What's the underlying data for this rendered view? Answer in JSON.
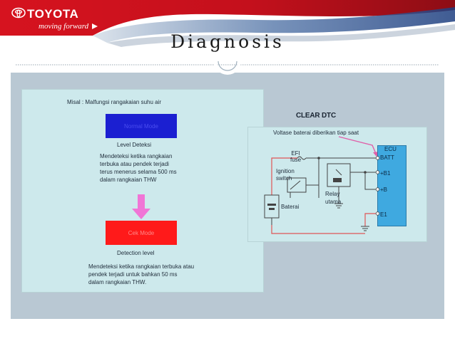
{
  "header": {
    "brand": "TOYOTA",
    "tagline": "moving forward",
    "title": "Diagnosis",
    "brand_red": "#d6131f"
  },
  "left_panel": {
    "example": "Misal :  Malfungsi rangakaian suhu air",
    "normal_mode_label": "Normal Mode",
    "level_heading": "Level Deteksi",
    "normal_desc": [
      "Mendeteksi ketika rangkaian",
      "terbuka atau pendek terjadi",
      "terus menerus selama  500 ms",
      "dalam rangkaian  THW"
    ],
    "check_mode_label": "Cek Mode",
    "detection_heading": "Detection level",
    "check_desc": [
      "Mendeteksi ketika rangkaian terbuka atau",
      "pendek terjadi untuk bahkan  50 ms",
      "dalam rangkaian THW."
    ],
    "normal_box_color": "#1b1fd1",
    "check_box_color": "#ff1a1a",
    "arrow_color": "#f075d6"
  },
  "right_panel": {
    "heading": "CLEAR DTC",
    "note": "Voltase baterai diberikan tiap saat",
    "efi_fuse": [
      "EFI",
      "fuse"
    ],
    "ignition_switch": [
      "Ignition",
      "switch"
    ],
    "relay": [
      "Relay",
      "utama"
    ],
    "battery": "Baterai",
    "ecu": {
      "title": "ECU",
      "pins": [
        "BATT",
        "+B1",
        "+B",
        "E1"
      ]
    },
    "ecu_color": "#3fa9e0",
    "wire_color": "#e05555"
  }
}
